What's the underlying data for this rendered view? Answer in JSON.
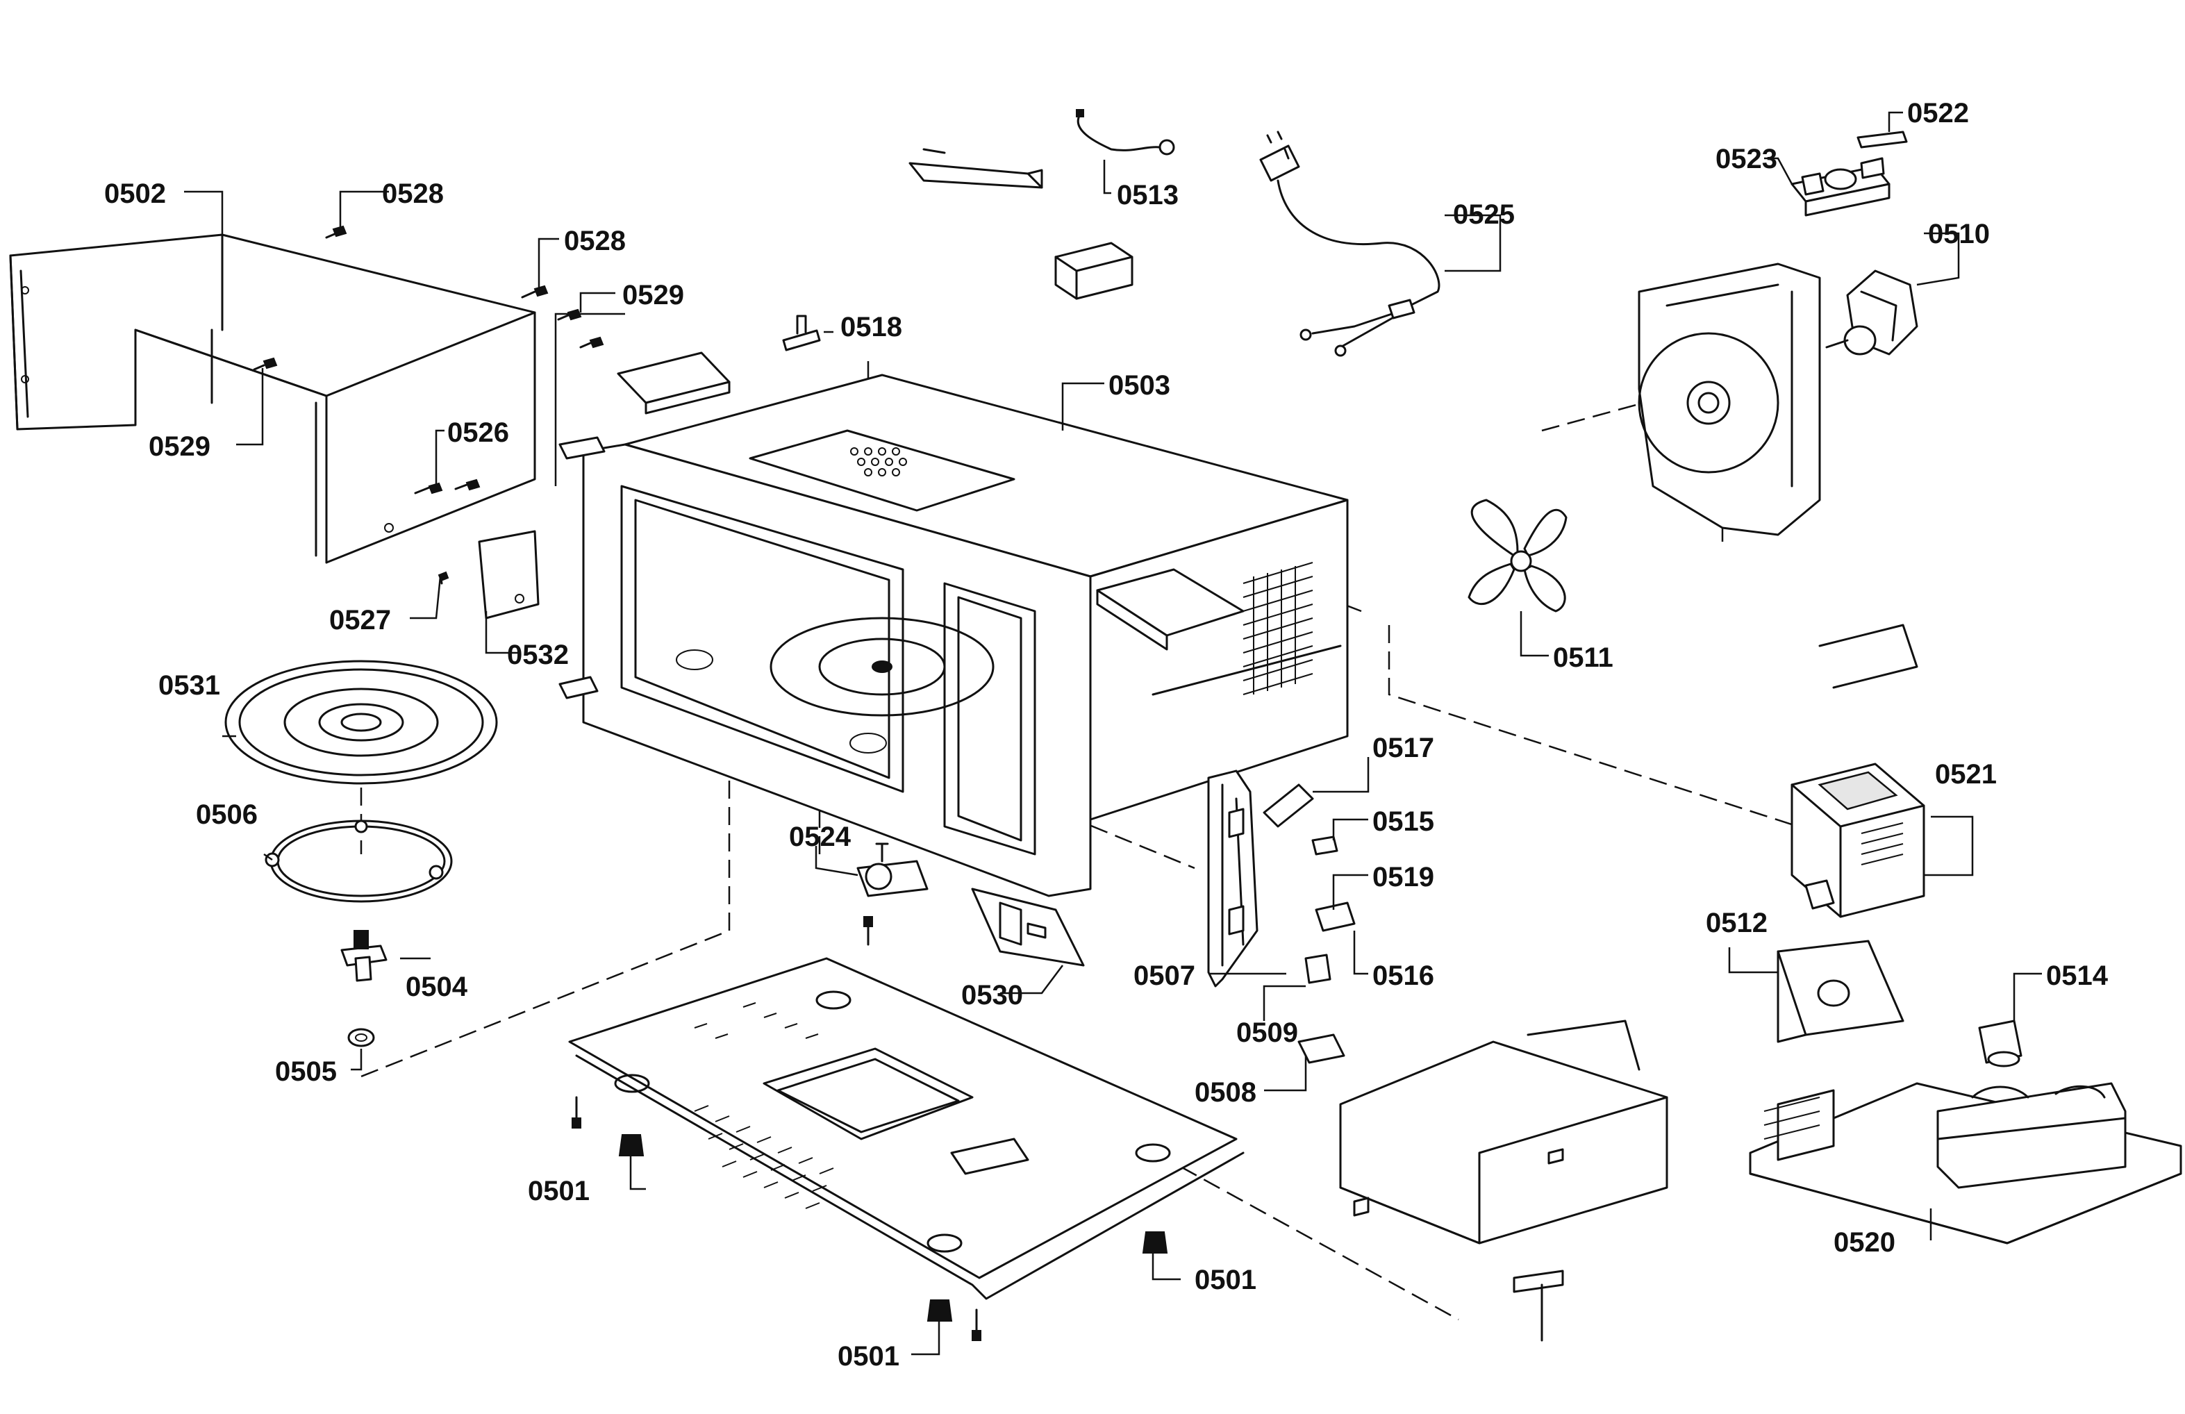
{
  "labels": {
    "p0501": "0501",
    "p0502": "0502",
    "p0503": "0503",
    "p0504": "0504",
    "p0505": "0505",
    "p0506": "0506",
    "p0507": "0507",
    "p0508": "0508",
    "p0509": "0509",
    "p0510": "0510",
    "p0511": "0511",
    "p0512": "0512",
    "p0513": "0513",
    "p0514": "0514",
    "p0515": "0515",
    "p0516": "0516",
    "p0517": "0517",
    "p0518": "0518",
    "p0519": "0519",
    "p0520": "0520",
    "p0521": "0521",
    "p0522": "0522",
    "p0523": "0523",
    "p0524": "0524",
    "p0525": "0525",
    "p0526": "0526",
    "p0527": "0527",
    "p0528": "0528",
    "p0529": "0529",
    "p0530": "0530",
    "p0531": "0531",
    "p0532": "0532"
  }
}
